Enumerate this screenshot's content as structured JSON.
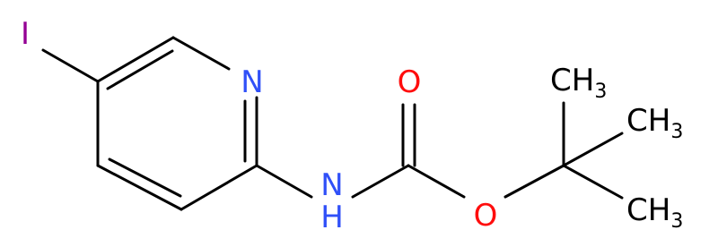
{
  "molecule": {
    "atoms": {
      "iodine": "I",
      "ring_nitrogen": "N",
      "amide_n": "N",
      "amide_h": "H",
      "carbonyl_oxygen": "O",
      "ester_oxygen": "O",
      "methyl_top": {
        "main": "CH",
        "sub": "3"
      },
      "methyl_mid": {
        "main": "CH",
        "sub": "3"
      },
      "methyl_bottom": {
        "main": "CH",
        "sub": "3"
      }
    },
    "colors": {
      "iodine": "#940094",
      "nitrogen": "#3050F8",
      "oxygen": "#FF0D0D",
      "carbon": "#000000",
      "bond": "#000000"
    }
  }
}
